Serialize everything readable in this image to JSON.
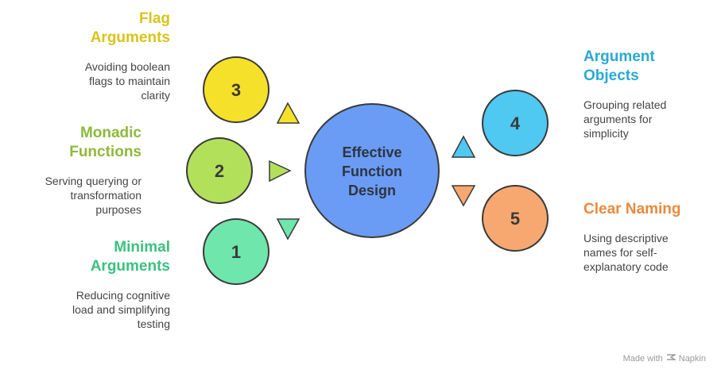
{
  "center": {
    "line1": "Effective",
    "line2": "Function",
    "line3": "Design",
    "color": "#6a9cf5"
  },
  "items": [
    {
      "number": "3",
      "title_line1": "Flag",
      "title_line2": "Arguments",
      "desc_line1": "Avoiding boolean",
      "desc_line2": "flags to maintain",
      "desc_line3": "clarity",
      "color": "#f5e12a",
      "title_color": "#d9c41a"
    },
    {
      "number": "2",
      "title_line1": "Monadic",
      "title_line2": "Functions",
      "desc_line1": "Serving querying or",
      "desc_line2": "transformation",
      "desc_line3": "purposes",
      "color": "#b3e05a",
      "title_color": "#8cba3a"
    },
    {
      "number": "1",
      "title_line1": "Minimal",
      "title_line2": "Arguments",
      "desc_line1": "Reducing cognitive",
      "desc_line2": "load and simplifying",
      "desc_line3": "testing",
      "color": "#6ee6ac",
      "title_color": "#3cc07f"
    },
    {
      "number": "4",
      "title_line1": "Argument",
      "title_line2": "Objects",
      "desc_line1": "Grouping related",
      "desc_line2": "arguments for",
      "desc_line3": "simplicity",
      "color": "#4fc8f2",
      "title_color": "#2aa8d8"
    },
    {
      "number": "5",
      "title_line1": "Clear Naming",
      "title_line2": "",
      "desc_line1": "Using descriptive",
      "desc_line2": "names for self-",
      "desc_line3": "explanatory code",
      "color": "#f7a870",
      "title_color": "#e88a3e"
    }
  ],
  "footer": {
    "made_with": "Made with",
    "brand": "Napkin"
  }
}
